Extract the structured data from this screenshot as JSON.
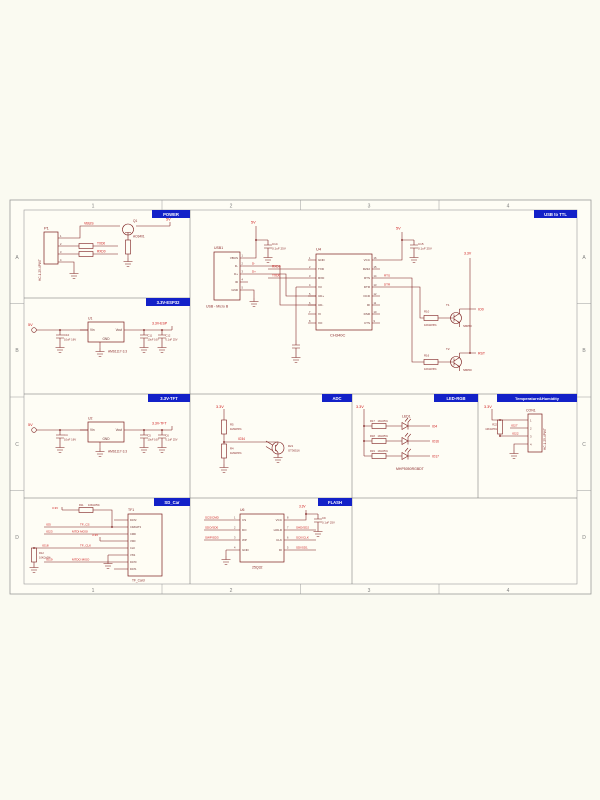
{
  "colors": {
    "title_bar": "#1321c8",
    "wire": "#7b1b1b",
    "net_label": "#cc1616",
    "frame": "#9a9a9a"
  },
  "sheet": {
    "cols": [
      "1",
      "2",
      "3",
      "4"
    ],
    "rows": [
      "A",
      "B",
      "C",
      "D"
    ]
  },
  "power": {
    "title": "POWER",
    "p1_ref": "P1",
    "p1_part": "HC-1.25-4PWT",
    "pins": [
      "1",
      "2",
      "3",
      "4"
    ],
    "net_vbus": "VBUS",
    "net_5v": "5V",
    "net_txd": "TXD0",
    "net_rxd": "RXD0",
    "q1_ref": "Q1",
    "q1_part": "AO3401"
  },
  "usb": {
    "title": "USB to TTL",
    "usb1_ref": "USB1",
    "usb1_part": "USB - Micro B",
    "usb1_pins": [
      "VBUS",
      "D-",
      "D+",
      "ID",
      "GND"
    ],
    "usb1_nums": [
      "1",
      "2",
      "3",
      "4",
      "5"
    ],
    "net_5v": "5V",
    "net_3v3": "3.3V",
    "net_dm": "D-",
    "net_dp": "D+",
    "c14_ref": "C14",
    "c14_val": "0.1uF 25V",
    "c15_ref": "C15",
    "c15_val": "0.1uF 25V",
    "u4_ref": "U4",
    "u4_part": "CH340C",
    "u4_left_names": [
      "GND",
      "TXD",
      "RXD",
      "V3",
      "UD+",
      "UD-",
      "XI",
      "XO"
    ],
    "u4_left_nums": [
      "1",
      "2",
      "3",
      "4",
      "5",
      "6",
      "7",
      "8"
    ],
    "u4_right_names": [
      "VCC",
      "R232",
      "RTS",
      "DTR",
      "DCD",
      "RI",
      "DSR",
      "CTS"
    ],
    "u4_right_nums": [
      "16",
      "15",
      "14",
      "13",
      "12",
      "11",
      "10",
      "9"
    ],
    "net_rxd0": "RXD0",
    "net_txd0": "TXD0",
    "net_dtr": "DTR",
    "net_rts": "RTS",
    "r10_ref": "R10",
    "r10_val": "10KΩ±5%",
    "r16_ref": "R16",
    "r16_val": "10KΩ±5%",
    "t1_ref": "T1",
    "t1_part": "S8050",
    "t2_ref": "T2",
    "t2_part": "S8050",
    "net_io0": "IO0",
    "net_rst": "RST"
  },
  "reg_esp": {
    "title": "3.3V-ESP32",
    "net_in": "5V",
    "cin_ref": "C10",
    "cin_val": "10uF 16V",
    "u_ref": "U1",
    "u_part": "AMS1117-3.3",
    "pin_vin": "Vin",
    "pin_gnd": "GND",
    "pin_vout": "Vout",
    "cout1_ref": "C11",
    "cout1_val": "10uF 16V",
    "cout2_ref": "C12",
    "cout2_val": "0.1uF 25V",
    "net_out": "3.3V-ESP"
  },
  "reg_tft": {
    "title": "3.3V-TFT",
    "net_in": "5V",
    "cin_ref": "C4",
    "cin_val": "10uF 16V",
    "u_ref": "U2",
    "u_part": "AMS1117-3.3",
    "pin_vin": "Vin",
    "pin_gnd": "GND",
    "pin_vout": "Vout",
    "cout1_ref": "C5",
    "cout1_val": "10uF 16V",
    "cout2_ref": "C6",
    "cout2_val": "0.1uF 25V",
    "net_out": "3.3V-TFT"
  },
  "adc": {
    "title": "ADC",
    "net_3v3": "3.3V",
    "r5_ref": "R5",
    "r5_val": "1MΩ±5%",
    "r4_ref": "R4",
    "r4_val": "1MΩ±5%",
    "net_io": "IO34",
    "ldr_ref": "R21",
    "ldr_part": "GT36516"
  },
  "led": {
    "title": "LED-RGB",
    "net_3v3": "3.3V",
    "led_ref": "LED1",
    "led_part": "MHP5050RGBDT",
    "rows": [
      {
        "ref": "R17",
        "val": "1KΩ±5%",
        "net": "IO4"
      },
      {
        "ref": "R18",
        "val": "1KΩ±5%",
        "net": "IO16"
      },
      {
        "ref": "R19",
        "val": "1KΩ±5%",
        "net": "IO17"
      }
    ]
  },
  "temp": {
    "title": "Temperature&Humidity",
    "net_3v3": "3.3V",
    "r22_ref": "R22",
    "r22_val": "10KΩ±5%",
    "con_ref": "CON1",
    "con_part": "HC-1.25-4PWT",
    "con_nums": [
      "1",
      "2",
      "3",
      "4"
    ],
    "net_a": "IO27",
    "net_b": "IO22"
  },
  "sd": {
    "title": "SD_Car",
    "tf_ref": "TF1",
    "tf_part": "TF_Card",
    "tf_pins": [
      "DAT2",
      "CD/DAT3",
      "CMD",
      "VDD",
      "CLK",
      "VSS",
      "DAT0",
      "DAT1"
    ],
    "r11_ref": "R11",
    "r11_val": "10KΩ±5%",
    "r12_ref": "R12",
    "r12_val": "10KΩ±5%",
    "net_3v3a": "3.3V",
    "net_3v3b": "3.3V",
    "cs_io": "IO5",
    "cs_net": "TF_CS",
    "mosi_io": "IO23",
    "mosi_net": "MTDI MOSI",
    "clk_io": "IO18",
    "clk_net": "TF_CLK",
    "miso_io": "IO19",
    "miso_net": "MTDO MISO"
  },
  "flash": {
    "title": "FLASH",
    "u_ref": "U6",
    "u_part": "25Q32",
    "left_names": [
      "CS",
      "DO",
      "WP",
      "GND"
    ],
    "left_nums": [
      "1",
      "2",
      "3",
      "4"
    ],
    "right_names": [
      "VCC",
      "HOLD",
      "CLK",
      "DI"
    ],
    "right_nums": [
      "8",
      "7",
      "6",
      "5"
    ],
    "net_cs": "SCS/CMD",
    "net_do": "SDO/SD0",
    "net_wp": "SWP/SD3",
    "net_hold": "SHD/SD2",
    "net_clk": "SCK/CLK",
    "net_di": "SDI/SD1",
    "net_3v3": "3.3V",
    "c9_ref": "C9",
    "c9_val": "0.1uF 25V"
  }
}
